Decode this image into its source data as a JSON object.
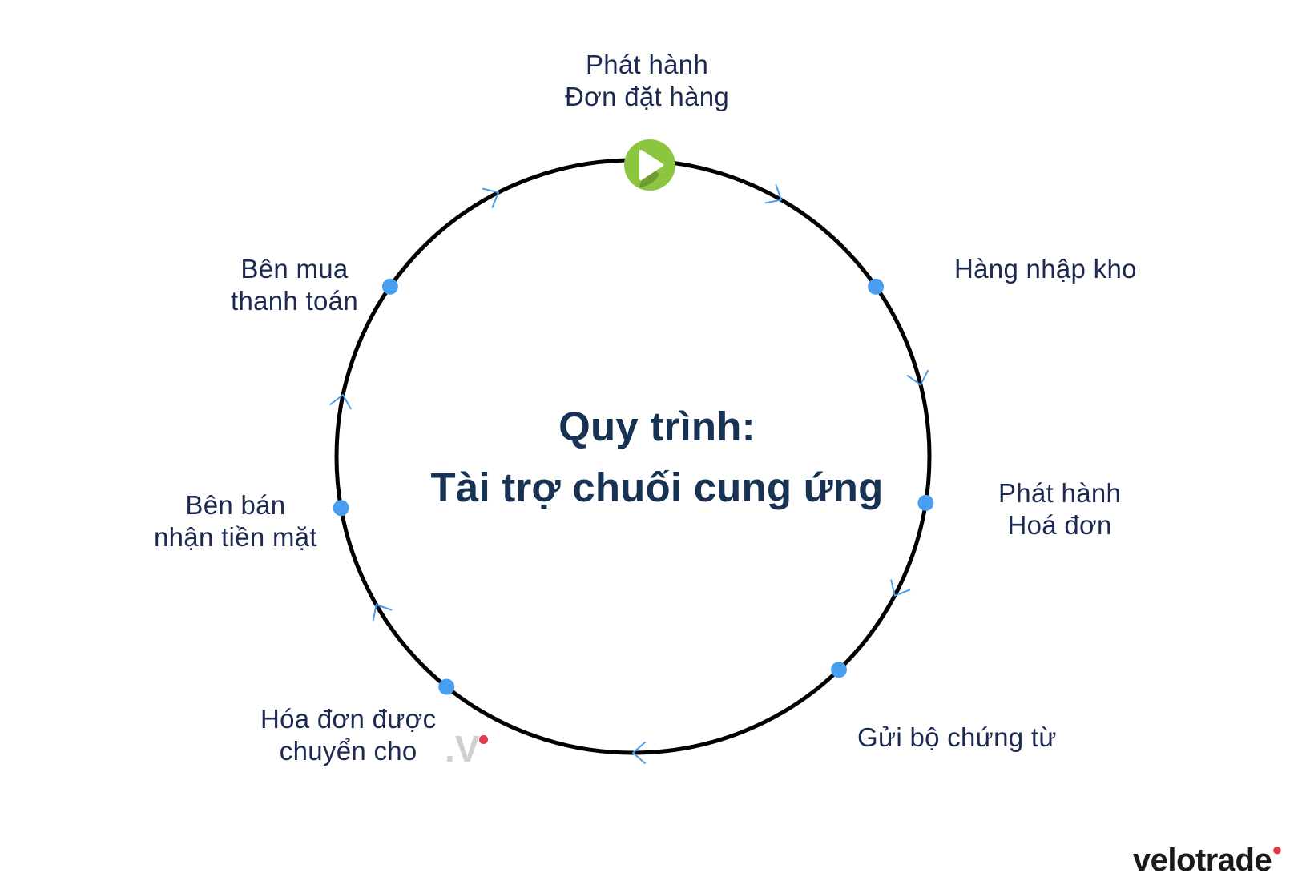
{
  "title": {
    "line1": "Quy trình:",
    "line2": "Tài trợ chuối cung ứng"
  },
  "steps": [
    {
      "id": "po",
      "lines": [
        "Phát hành",
        "Đơn đặt hàng"
      ]
    },
    {
      "id": "warehouse",
      "lines": [
        "Hàng nhập kho"
      ]
    },
    {
      "id": "invoice",
      "lines": [
        "Phát hành",
        "Hoá đơn"
      ]
    },
    {
      "id": "documents",
      "lines": [
        "Gửi bộ chứng từ"
      ]
    },
    {
      "id": "transfer",
      "lines": [
        "Hóa đơn được",
        "chuyển cho"
      ]
    },
    {
      "id": "seller-cash",
      "lines": [
        "Bên bán",
        "nhận tiền mặt"
      ]
    },
    {
      "id": "buyer-pay",
      "lines": [
        "Bên mua",
        "thanh toán"
      ]
    }
  ],
  "watermark": ".V",
  "brand": "velotrade",
  "colors": {
    "ring": "#000000",
    "node": "#4a9ef0",
    "arrow": "#4a9ef0",
    "start": "#8cc63f",
    "text": "#1c2a52",
    "title": "#173252",
    "brand_dot": "#e53945"
  },
  "icons": {
    "start": "play-icon",
    "direction": "chevron-arrow-icon",
    "node": "dot-icon"
  }
}
